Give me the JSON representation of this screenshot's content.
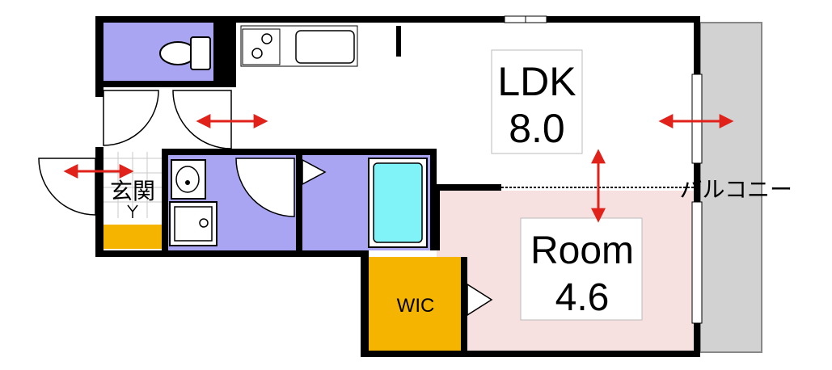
{
  "colors": {
    "wall": "#000000",
    "wet_area": "#a9a5f2",
    "storage": "#f5b400",
    "room_pink": "#f6e0e0",
    "balcony": "#d2d2d2",
    "bathtub": "#7ff3f8",
    "arrow": "#e0221a"
  },
  "rooms": {
    "ldk": {
      "name": "LDK",
      "size": "8.0"
    },
    "room": {
      "name": "Room",
      "size": "4.6"
    },
    "wic": {
      "name": "WIC"
    },
    "entrance": {
      "name": "玄関"
    },
    "balcony": {
      "name": "バルコニー"
    }
  }
}
